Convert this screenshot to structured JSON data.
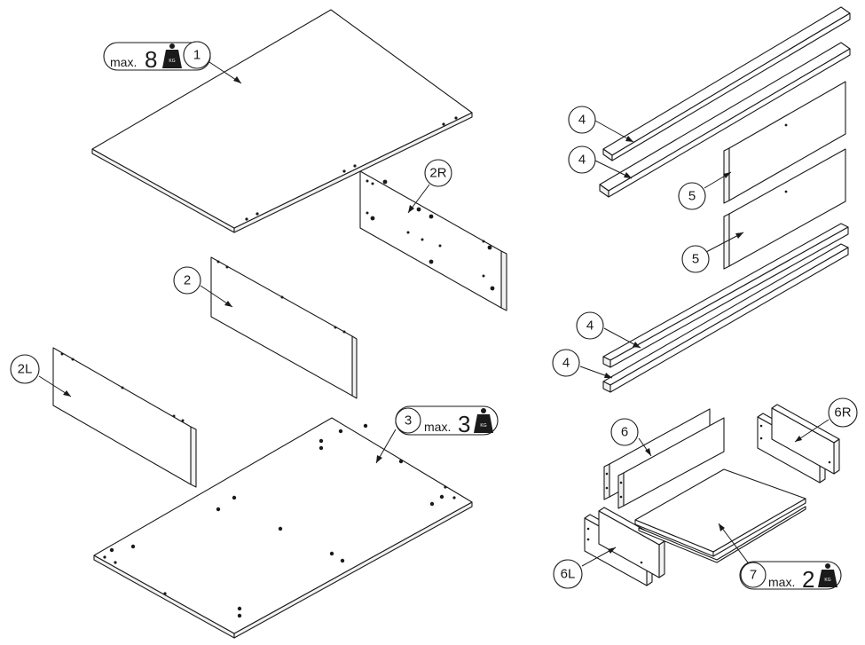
{
  "callouts": {
    "part_1": "1",
    "part_2": "2",
    "part_2L": "2L",
    "part_2R": "2R",
    "part_3": "3",
    "part_4a": "4",
    "part_4b": "4",
    "part_4c": "4",
    "part_4d": "4",
    "part_5a": "5",
    "part_5b": "5",
    "part_6": "6",
    "part_6L": "6L",
    "part_6R": "6R",
    "part_7": "7"
  },
  "loads": {
    "top": {
      "prefix": "max.",
      "value": "8",
      "unit_badge": "KG"
    },
    "bottom": {
      "prefix": "max.",
      "value": "3",
      "unit_badge": "KG"
    },
    "drawer": {
      "prefix": "max.",
      "value": "2",
      "unit_badge": "KG"
    }
  },
  "icons": {
    "weight": "kg-weight-icon"
  }
}
